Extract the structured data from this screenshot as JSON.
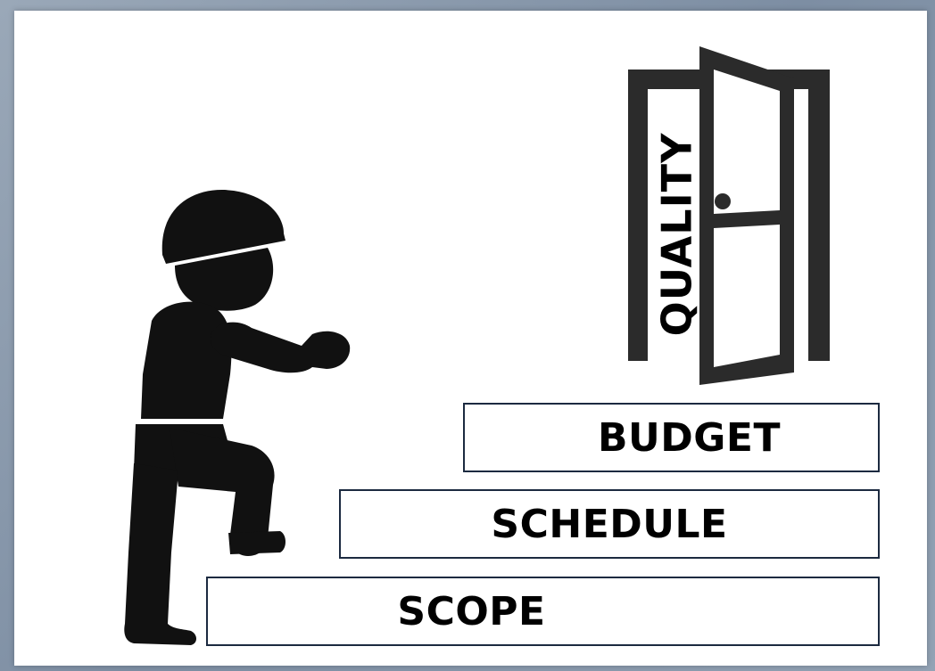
{
  "door": {
    "label": "QUALITY"
  },
  "steps": [
    {
      "label": "BUDGET"
    },
    {
      "label": "SCHEDULE"
    },
    {
      "label": "SCOPE"
    }
  ],
  "colors": {
    "background_outer": "#8a9bb0",
    "panel": "#ffffff",
    "ink": "#000000",
    "door": "#2b2b2b",
    "step_border": "#1c2a40"
  }
}
